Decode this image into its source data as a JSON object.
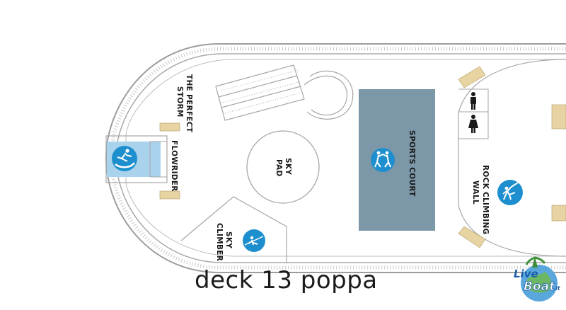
{
  "caption": "deck 13 poppa",
  "areas": {
    "perfect_storm": [
      "THE PERFECT",
      "STORM"
    ],
    "flowrider": "FLOWRIDER",
    "sky_pad": [
      "SKY",
      "PAD"
    ],
    "sports_court": "SPORTS COURT",
    "sky_climber": [
      "SKY",
      "CLIMBER"
    ],
    "rock_climbing_wall": [
      "ROCK CLIMBING",
      "WALL"
    ]
  },
  "icons": {
    "flowrider": "surfer-icon",
    "sports_court": "basketball-players-icon",
    "sky_climber": "zipline-icon",
    "rock_climbing": "climber-icon",
    "restroom_men": "man-restroom-icon",
    "restroom_women": "woman-restroom-icon"
  },
  "colors": {
    "sports_court": "#7b97a8",
    "flowrider_pool": "#a9d3ec",
    "icon_blue": "#1d8fcf",
    "deck_outline": "#a6a6a6",
    "sunbed": "#e8d4a2"
  },
  "watermark": {
    "line1": "Live",
    "line2": "Boat",
    "suffix": ".it"
  }
}
